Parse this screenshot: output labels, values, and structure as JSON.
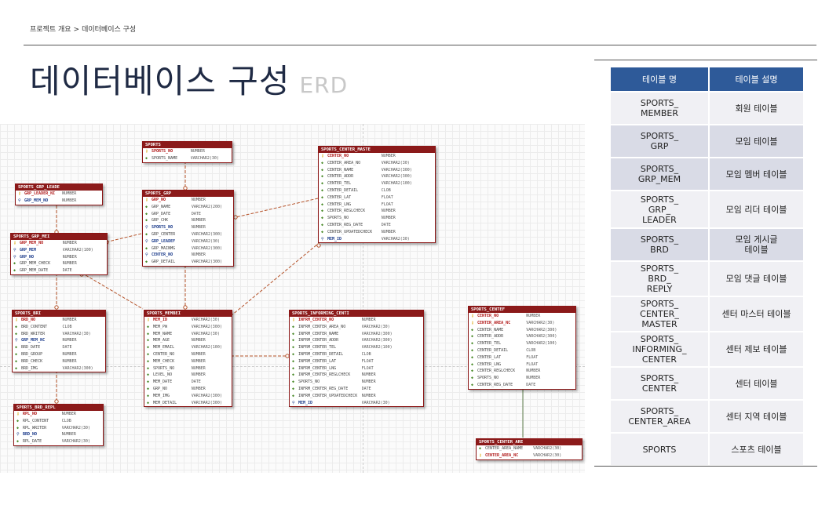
{
  "breadcrumb": {
    "parent": "프로젝트 개요",
    "separator": ">",
    "current": "데이터베이스 구성"
  },
  "title": {
    "main": "데이터베이스 구성",
    "sub": "ERD"
  },
  "legend": {
    "headers": [
      "테이블 명",
      "테이블 설명"
    ],
    "rows": [
      {
        "name": "SPORTS_\nMEMBER",
        "desc": "회원 테이블"
      },
      {
        "name": "SPORTS_\nGRP",
        "desc": "모임 테이블"
      },
      {
        "name": "SPORTS_\nGRP_MEM",
        "desc": "모임 멤버 테이블"
      },
      {
        "name": "SPORTS_\nGRP_\nLEADER",
        "desc": "모임 리더 테이블"
      },
      {
        "name": "SPORTS_\nBRD",
        "desc": "모임 게시글\n테이블"
      },
      {
        "name": "SPORTS_\nBRD_\nREPLY",
        "desc": "모임 댓글 테이블"
      },
      {
        "name": "SPORTS_\nCENTER_\nMASTER",
        "desc": "센터 마스터 테이블"
      },
      {
        "name": "SPORTS_\nINFORMING_\nCENTER",
        "desc": "센터 제보 테이블"
      },
      {
        "name": "SPORTS_\nCENTER",
        "desc": "센터 테이블"
      },
      {
        "name": "SPORTS_\nCENTER_AREA",
        "desc": "센터 지역 테이블"
      },
      {
        "name": "SPORTS",
        "desc": "스포츠 테이블"
      }
    ]
  },
  "erd": {
    "entities": [
      {
        "id": "sports",
        "title": "SPORTS",
        "cols": [
          {
            "k": "pk",
            "n": "SPORTS_NO",
            "t": "NUMBER"
          },
          {
            "k": "",
            "n": "SPORTS_NAME",
            "t": "VARCHAR2(30)"
          }
        ]
      },
      {
        "id": "grp-leader",
        "title": "SPORTS_GRP_LEADE",
        "cols": [
          {
            "k": "pk",
            "n": "GRP_LEADER_NI",
            "t": "NUMBER"
          },
          {
            "k": "fk",
            "n": "GRP_MEM_NO",
            "t": "NUMBER"
          }
        ]
      },
      {
        "id": "grp",
        "title": "SPORTS_GRP",
        "cols": [
          {
            "k": "pk",
            "n": "GRP_NO",
            "t": "NUMBER"
          },
          {
            "k": "",
            "n": "GRP_NAME",
            "t": "VARCHAR2(200)"
          },
          {
            "k": "",
            "n": "GRP_DATE",
            "t": "DATE"
          },
          {
            "k": "",
            "n": "GRP_CHK",
            "t": "NUMBER"
          },
          {
            "k": "fk",
            "n": "SPORTS_NO",
            "t": "NUMBER"
          },
          {
            "k": "",
            "n": "GRP_CENTER",
            "t": "VARCHAR2(300)"
          },
          {
            "k": "fk",
            "n": "GRP_LEADEF",
            "t": "VARCHAR2(30)"
          },
          {
            "k": "",
            "n": "GRP_MAINMG",
            "t": "VARCHAR2(300)"
          },
          {
            "k": "fk",
            "n": "CENTER_NO",
            "t": "NUMBER"
          },
          {
            "k": "",
            "n": "GRP_DETAIL",
            "t": "VARCHAR2(300)"
          }
        ]
      },
      {
        "id": "grp-mem",
        "title": "SPORTS_GRP_MEI",
        "cols": [
          {
            "k": "pk",
            "n": "GRP_MEM_NO",
            "t": "NUMBER"
          },
          {
            "k": "fk",
            "n": "GRP_MEM",
            "t": "VARCHAR2(100)"
          },
          {
            "k": "fk",
            "n": "GRP_NO",
            "t": "NUMBER"
          },
          {
            "k": "",
            "n": "GRP_MEM_CHECK",
            "t": "NUMBER"
          },
          {
            "k": "",
            "n": "GRP_MEM_DATE",
            "t": "DATE"
          }
        ]
      },
      {
        "id": "center-master",
        "title": "SPORTS_CENTER_MASTE",
        "cols": [
          {
            "k": "pk",
            "n": "CENTER_NO",
            "t": "NUMBER"
          },
          {
            "k": "",
            "n": "CENTER_AREA_NO",
            "t": "VARCHAR2(30)"
          },
          {
            "k": "",
            "n": "CENTER_NAME",
            "t": "VARCHAR2(300)"
          },
          {
            "k": "",
            "n": "CENTER_ADDR",
            "t": "VARCHAR2(300)"
          },
          {
            "k": "",
            "n": "CENTER_TEL",
            "t": "VARCHAR2(100)"
          },
          {
            "k": "",
            "n": "CENTER_DETAIL",
            "t": "CLOB"
          },
          {
            "k": "",
            "n": "CENTER_LAT",
            "t": "FLOAT"
          },
          {
            "k": "",
            "n": "CENTER_LNG",
            "t": "FLOAT"
          },
          {
            "k": "",
            "n": "CENTER_REGLCHECK",
            "t": "NUMBER"
          },
          {
            "k": "",
            "n": "SPORTS_NO",
            "t": "NUMBER"
          },
          {
            "k": "",
            "n": "CENTER_REG_DATE",
            "t": "DATE"
          },
          {
            "k": "",
            "n": "CENTER_UPDATEDCHECK",
            "t": "NUMBER"
          },
          {
            "k": "fk",
            "n": "MEM_ID",
            "t": "VARCHAR2(30)"
          }
        ]
      },
      {
        "id": "brd",
        "title": "SPORTS_BRI",
        "cols": [
          {
            "k": "pk",
            "n": "BRD_NO",
            "t": "NUMBER"
          },
          {
            "k": "",
            "n": "BRD_CONTENT",
            "t": "CLOB"
          },
          {
            "k": "",
            "n": "BRD_WRITER",
            "t": "VARCHAR2(30)"
          },
          {
            "k": "fk",
            "n": "GRP_MEM_NC",
            "t": "NUMBER"
          },
          {
            "k": "",
            "n": "BRD_DATE",
            "t": "DATE"
          },
          {
            "k": "",
            "n": "BRD_GROUP",
            "t": "NUMBER"
          },
          {
            "k": "",
            "n": "BRD_CHECK",
            "t": "NUMBER"
          },
          {
            "k": "",
            "n": "BRD_IMG",
            "t": "VARCHAR2(300)"
          }
        ]
      },
      {
        "id": "member",
        "title": "SPORTS_MEMBEI",
        "cols": [
          {
            "k": "pk",
            "n": "MEM_ID",
            "t": "VARCHAR2(30)"
          },
          {
            "k": "",
            "n": "MEM_PW",
            "t": "VARCHAR2(300)"
          },
          {
            "k": "",
            "n": "MEM_NAME",
            "t": "VARCHAR2(30)"
          },
          {
            "k": "",
            "n": "MEM_AGE",
            "t": "NUMBER"
          },
          {
            "k": "",
            "n": "MEM_EMAIL",
            "t": "VARCHAR2(100)"
          },
          {
            "k": "",
            "n": "CENTER_NO",
            "t": "NUMBER"
          },
          {
            "k": "",
            "n": "MEM_CHECK",
            "t": "NUMBER"
          },
          {
            "k": "",
            "n": "SPORTS_NO",
            "t": "NUMBER"
          },
          {
            "k": "",
            "n": "LEVEL_NO",
            "t": "NUMBER"
          },
          {
            "k": "",
            "n": "MEM_DATE",
            "t": "DATE"
          },
          {
            "k": "",
            "n": "GRP_NO",
            "t": "NUMBER"
          },
          {
            "k": "",
            "n": "MEM_IMG",
            "t": "VARCHAR2(300)"
          },
          {
            "k": "",
            "n": "MEM_DETAIL",
            "t": "VARCHAR2(300)"
          }
        ]
      },
      {
        "id": "informing",
        "title": "SPORTS_INFORMING_CENTI",
        "cols": [
          {
            "k": "pk",
            "n": "INFRM_CENTER_NO",
            "t": "NUMBER"
          },
          {
            "k": "",
            "n": "INFRM_CENTER_AREA_NO",
            "t": "VARCHAR2(30)"
          },
          {
            "k": "",
            "n": "INFRM_CENTER_NAME",
            "t": "VARCHAR2(300)"
          },
          {
            "k": "",
            "n": "INFRM_CENTER_ADDR",
            "t": "VARCHAR2(300)"
          },
          {
            "k": "",
            "n": "INFRM_CENTER_TEL",
            "t": "VARCHAR2(100)"
          },
          {
            "k": "",
            "n": "INFRM_CENTER_DETAIL",
            "t": "CLOB"
          },
          {
            "k": "",
            "n": "INFRM_CENTER_LAT",
            "t": "FLOAT"
          },
          {
            "k": "",
            "n": "INFRM_CENTER_LNG",
            "t": "FLOAT"
          },
          {
            "k": "",
            "n": "INFRM_CENTER_REGLCHECK",
            "t": "NUMBER"
          },
          {
            "k": "",
            "n": "SPORTS_NO",
            "t": "NUMBER"
          },
          {
            "k": "",
            "n": "INFRM_CENTER_REG_DATE",
            "t": "DATE"
          },
          {
            "k": "",
            "n": "INFRM_CENTER_UPDATEDCHECK",
            "t": "NUMBER"
          },
          {
            "k": "fk",
            "n": "MEM_ID",
            "t": "VARCHAR2(30)"
          }
        ]
      },
      {
        "id": "center",
        "title": "SPORTS_CENTEF",
        "cols": [
          {
            "k": "pk",
            "n": "CENTER_NO",
            "t": "NUMBER"
          },
          {
            "k": "pk",
            "n": "CENTER_AREA_NC",
            "t": "VARCHAR2(30)"
          },
          {
            "k": "",
            "n": "CENTER_NAME",
            "t": "VARCHAR2(300)"
          },
          {
            "k": "",
            "n": "CENTER_ADDR",
            "t": "VARCHAR2(300)"
          },
          {
            "k": "",
            "n": "CENTER_TEL",
            "t": "VARCHAR2(100)"
          },
          {
            "k": "",
            "n": "CENTER_DETAIL",
            "t": "CLOB"
          },
          {
            "k": "",
            "n": "CENTER_LAT",
            "t": "FLOAT"
          },
          {
            "k": "",
            "n": "CENTER_LNG",
            "t": "FLOAT"
          },
          {
            "k": "",
            "n": "CENTER_REGLCHECK",
            "t": "NUMBER"
          },
          {
            "k": "",
            "n": "SPORTS_NO",
            "t": "NUMBER"
          },
          {
            "k": "",
            "n": "CENTER_REG_DATE",
            "t": "DATE"
          }
        ]
      },
      {
        "id": "brd-reply",
        "title": "SPORTS_BRD_REPL",
        "cols": [
          {
            "k": "pk",
            "n": "RPL_NO",
            "t": "NUMBER"
          },
          {
            "k": "",
            "n": "RPL_CONTENT",
            "t": "CLOB"
          },
          {
            "k": "",
            "n": "RPL_WRITER",
            "t": "VARCHAR2(30)"
          },
          {
            "k": "fk",
            "n": "BRD_NO",
            "t": "NUMBER"
          },
          {
            "k": "",
            "n": "RPL_DATE",
            "t": "VARCHAR2(30)"
          }
        ]
      },
      {
        "id": "center-area",
        "title": "SPORTS_CENTER_ARE",
        "cols": [
          {
            "k": "",
            "n": "CENTER_AREA_NAME",
            "t": "VARCHAR2(30)"
          },
          {
            "k": "pk",
            "n": "CENTER_AREA_NC",
            "t": "VARCHAR2(30)"
          }
        ]
      }
    ]
  }
}
